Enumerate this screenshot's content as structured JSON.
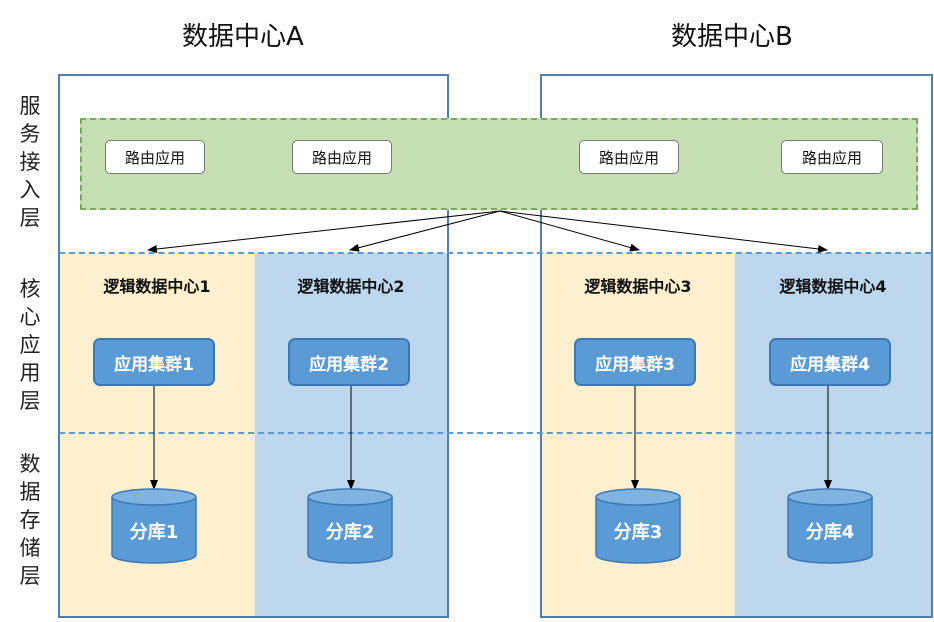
{
  "datacenters": [
    {
      "title": "数据中心A"
    },
    {
      "title": "数据中心B"
    }
  ],
  "layers": [
    {
      "label": "服务接入层"
    },
    {
      "label": "核心应用层"
    },
    {
      "label": "数据存储层"
    }
  ],
  "routers": [
    {
      "label": "路由应用"
    },
    {
      "label": "路由应用"
    },
    {
      "label": "路由应用"
    },
    {
      "label": "路由应用"
    }
  ],
  "logical_datacenters": [
    {
      "label": "逻辑数据中心1",
      "cluster": "应用集群1",
      "shard": "分库1"
    },
    {
      "label": "逻辑数据中心2",
      "cluster": "应用集群2",
      "shard": "分库2"
    },
    {
      "label": "逻辑数据中心3",
      "cluster": "应用集群3",
      "shard": "分库3"
    },
    {
      "label": "逻辑数据中心4",
      "cluster": "应用集群4",
      "shard": "分库4"
    }
  ],
  "colors": {
    "accent_blue": "#5b9bd5",
    "column_cream": "#fdf0cf",
    "column_blue": "#bdd7ee",
    "router_band": "#c6dfb3"
  }
}
